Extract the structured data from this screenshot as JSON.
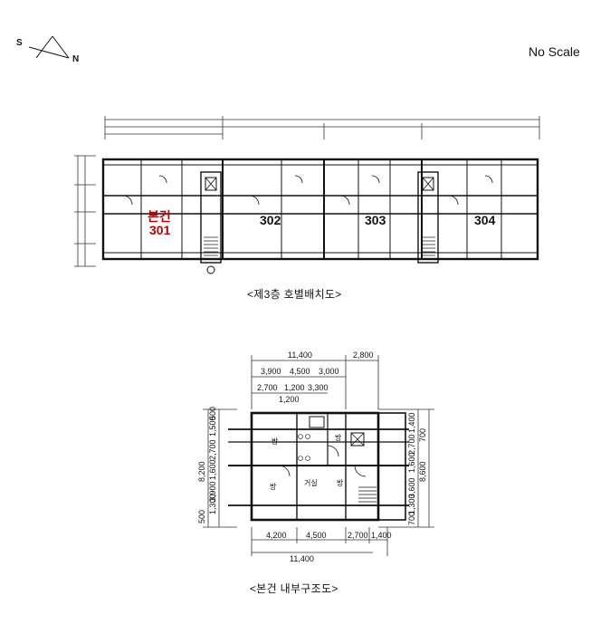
{
  "compass": {
    "south": "S",
    "north": "N"
  },
  "scale_note": "No Scale",
  "floor_plan": {
    "caption": "<제3층 호별배치도>",
    "units": [
      {
        "label": "본건",
        "number": "301",
        "highlight": true
      },
      {
        "label": "",
        "number": "302",
        "highlight": false
      },
      {
        "label": "",
        "number": "303",
        "highlight": false
      },
      {
        "label": "",
        "number": "304",
        "highlight": false
      }
    ],
    "highlight_color": "#c00000"
  },
  "unit_plan": {
    "caption": "<본건 내부구조도>",
    "top_dims": {
      "row1": [
        "11,400",
        "2,800"
      ],
      "row2": [
        "3,900",
        "4,500",
        "3,000"
      ],
      "row3": [
        "2,700",
        "1,200",
        "3,300"
      ],
      "row4": [
        "1,200"
      ]
    },
    "bottom_dims": {
      "row1": [
        "4,200",
        "4,500",
        "2,700",
        "1,400"
      ],
      "row2": [
        "11,400"
      ]
    },
    "left_dims": [
      "8,200",
      "500",
      "1,500",
      "2,700",
      "1,600",
      "3,900",
      "1,300",
      "500"
    ],
    "right_dims": [
      "1,400",
      "2,700",
      "1,600",
      "3,600",
      "1,300",
      "700",
      "8,600",
      "700"
    ],
    "room_labels": [
      "방",
      "방",
      "방",
      "방",
      "거실"
    ]
  }
}
